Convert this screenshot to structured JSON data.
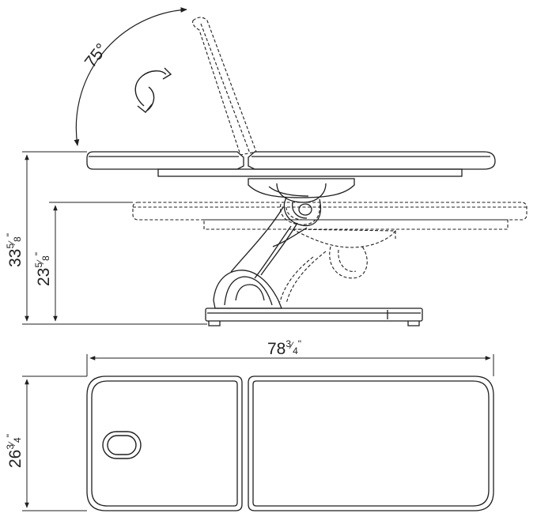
{
  "colors": {
    "line": "#1f1f1f",
    "background": "#ffffff"
  },
  "dimensions": {
    "backrest_angle": {
      "number": "75",
      "unit": "°"
    },
    "max_height": {
      "whole": "33",
      "frac_num": "5",
      "frac_den": "8",
      "unit": "\""
    },
    "min_height": {
      "whole": "23",
      "frac_num": "5",
      "frac_den": "8",
      "unit": "\""
    },
    "length": {
      "whole": "78",
      "frac_num": "3",
      "frac_den": "4",
      "unit": "\""
    },
    "width": {
      "whole": "26",
      "frac_num": "3",
      "frac_den": "4",
      "unit": "\""
    }
  },
  "icons": {
    "rotation": "rotate-arrow-icon",
    "face_hole": "face-hole-icon"
  }
}
